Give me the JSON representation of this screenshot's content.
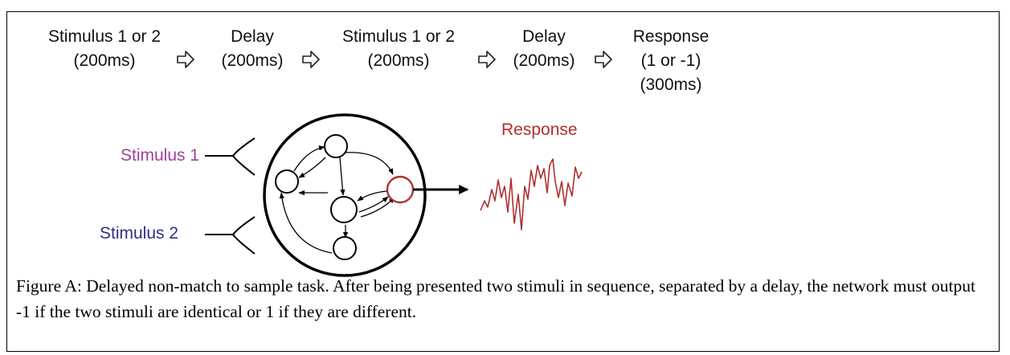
{
  "sequence": [
    {
      "line1": "Stimulus 1 or 2",
      "line2": "(200ms)"
    },
    {
      "line1": "Delay",
      "line2": "(200ms)"
    },
    {
      "line1": "Stimulus 1 or 2",
      "line2": "(200ms)"
    },
    {
      "line1": "Delay",
      "line2": "(200ms)"
    },
    {
      "line1": "Response",
      "line2": "(1 or -1)",
      "line3": "(300ms)"
    }
  ],
  "inputs": {
    "stimulus1": "Stimulus 1",
    "stimulus2": "Stimulus 2"
  },
  "output": {
    "label": "Response"
  },
  "colors": {
    "stimulus1": "#a0409a",
    "stimulus2": "#2e2f8a",
    "response": "#b03030"
  },
  "caption": "Figure A: Delayed non-match to sample task. After being presented two stimuli in sequence, separated by a delay, the network must output -1 if the two stimuli are identical or 1 if they are different."
}
